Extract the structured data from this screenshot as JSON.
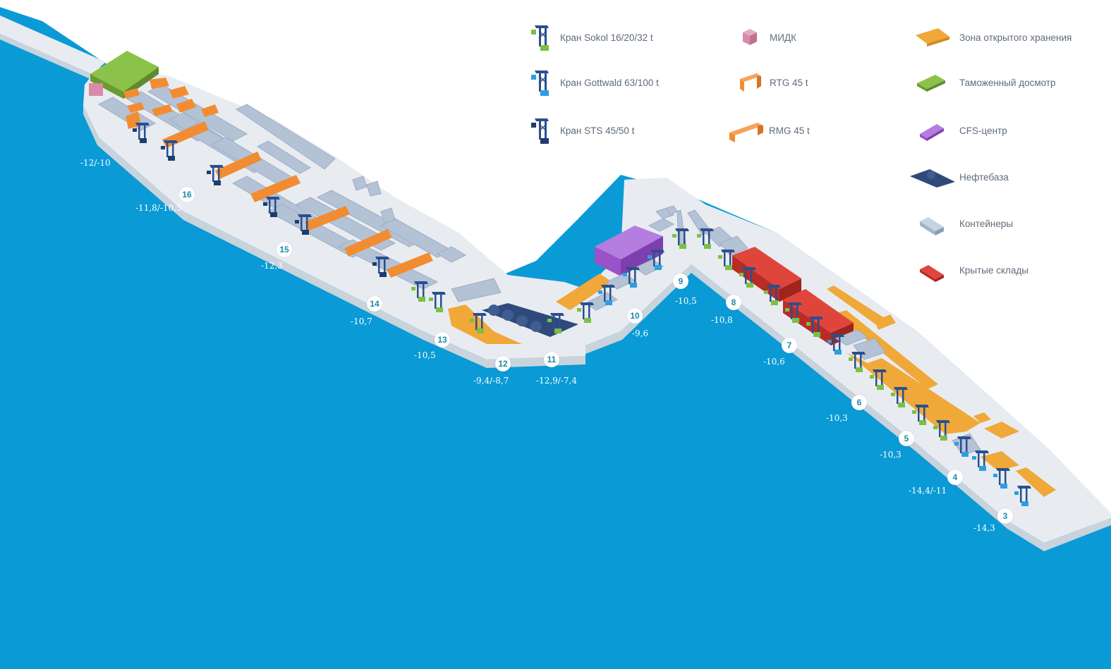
{
  "colors": {
    "water": "#0a9ad6",
    "land": "#e8ecf1",
    "land_edge": "#c9d3dc",
    "crane_sokol": "#7bc043",
    "crane_gottwald": "#2c9fe0",
    "crane_sts": "#1e3c6e",
    "midk": "#d98aa8",
    "rtg": "#f28c32",
    "rmg": "#f28c32",
    "open_storage": "#f0a838",
    "customs": "#7cb342",
    "cfs": "#a65fd6",
    "oil": "#2f4a7a",
    "containers": "#b4c2d6",
    "warehouses": "#d63a32"
  },
  "legend": [
    {
      "id": "sokol",
      "label": "Кран Sokol 16/20/32 t",
      "icon": "crane-sokol-icon"
    },
    {
      "id": "gottwald",
      "label": "Кран Gottwald 63/100 t",
      "icon": "crane-gottwald-icon"
    },
    {
      "id": "sts",
      "label": "Кран STS 45/50 t",
      "icon": "crane-sts-icon"
    },
    {
      "id": "midk",
      "label": "МИДК",
      "icon": "midk-icon"
    },
    {
      "id": "rtg",
      "label": "RTG 45 t",
      "icon": "rtg-icon"
    },
    {
      "id": "rmg",
      "label": "RMG 45 t",
      "icon": "rmg-icon"
    },
    {
      "id": "open",
      "label": "Зона открытого хранения",
      "icon": "open-storage-icon"
    },
    {
      "id": "customs",
      "label": "Таможенный досмотр",
      "icon": "customs-icon"
    },
    {
      "id": "cfs",
      "label": "CFS-центр",
      "icon": "cfs-icon"
    },
    {
      "id": "oil",
      "label": "Нефтебаза",
      "icon": "oil-depot-icon"
    },
    {
      "id": "containers",
      "label": "Контейнеры",
      "icon": "containers-icon"
    },
    {
      "id": "warehouses",
      "label": "Крытые склады",
      "icon": "warehouse-icon"
    }
  ],
  "berths": [
    "16",
    "15",
    "14",
    "13",
    "12",
    "11",
    "10",
    "9",
    "8",
    "7",
    "6",
    "5",
    "4",
    "3"
  ],
  "depths": [
    "-12/-10",
    "-11,8/-10,5",
    "-12,3",
    "-10,7",
    "-10,5",
    "-9,4/-8,7",
    "-12,9/-7,4",
    "-9,6",
    "-10,5",
    "-10,8",
    "-10,6",
    "-10,3",
    "-10,3",
    "-14,4/-11",
    "-14,3"
  ]
}
